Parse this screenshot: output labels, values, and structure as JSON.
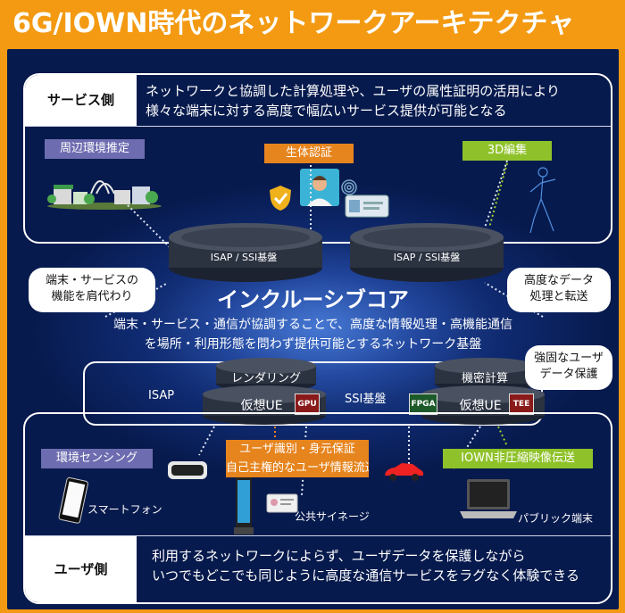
{
  "title": "6G/IOWN時代のネットワークアーキテクチャ",
  "service_side": {
    "label": "サービス側",
    "description_line1": "ネットワークと協調した計算処理や、ユーザの属性証明の活用により",
    "description_line2": "様々な端末に対する高度で幅広いサービス提供が可能となる"
  },
  "service_tags": {
    "env_estimation": "周辺環境推定",
    "biometrics": "生体認証",
    "edit_3d": "3D編集"
  },
  "disks_top": {
    "left": "ISAP / SSI基盤",
    "right": "ISAP / SSI基盤"
  },
  "bubbles": {
    "proxy_line1": "端末・サービスの",
    "proxy_line2": "機能を肩代わり",
    "advanced_line1": "高度なデータ",
    "advanced_line2": "処理と転送",
    "protect_line1": "強固なユーザ",
    "protect_line2": "データ保護"
  },
  "core": {
    "title": "インクルーシブコア",
    "desc_line1": "端末・サービス・通信が協調することで、高度な情報処理・高機能通信",
    "desc_line2": "を場所・利用形態を問わず提供可能とするネットワーク基盤"
  },
  "core_inner": {
    "isap_label": "ISAP",
    "ssi_label": "SSI基盤",
    "rendering": "レンダリング",
    "virtual_ue_left": "仮想UE",
    "gpu": "GPU",
    "confidential": "機密計算",
    "virtual_ue_right": "仮想UE",
    "fpga": "FPGA",
    "tee": "TEE"
  },
  "user_tags": {
    "env_sensing": "環境センシング",
    "identity_line1": "ユーザ識別・身元保証",
    "identity_line2": "自己主権的なユーザ情報流通",
    "iown_video": "IOWN非圧縮映像伝送"
  },
  "devices": {
    "smartphone": "スマートフォン",
    "signage": "公共サイネージ",
    "public_terminal": "パブリック端末"
  },
  "user_side": {
    "label": "ユーザ側",
    "description_line1": "利用するネットワークによらず、ユーザデータを保護しながら",
    "description_line2": "いつでもどこでも同じように高度な通信サービスをラグなく体験できる"
  },
  "colors": {
    "background": "#f39a12",
    "panel": "#071a4d",
    "tag_purple": "#6e6cb0",
    "tag_orange": "#e6841e",
    "tag_green": "#8fc22a",
    "chip_gpu": "#8a1a1a",
    "chip_fpga": "#1d5a2a",
    "chip_tee": "#8a1a1a"
  }
}
